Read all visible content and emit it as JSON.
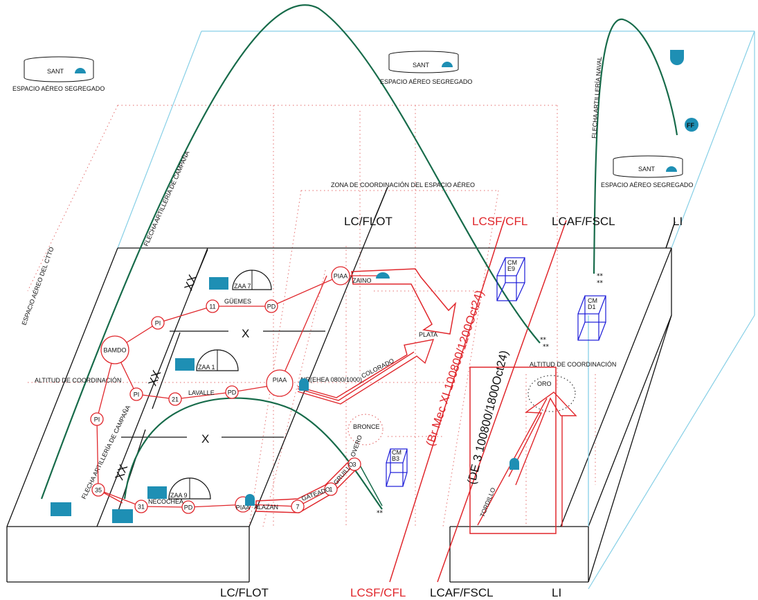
{
  "colors": {
    "red": "#e0262b",
    "green": "#176b4a",
    "cyan": "#86cfe6",
    "blue": "#1a1ad8",
    "teal": "#1e8fb4",
    "dotted_red": "#e36a6a",
    "black": "#111111"
  },
  "airspace": {
    "sant_label": "SANT",
    "segregated_label": "ESPACIO AÉREO SEGREGADO",
    "coord_zone": "ZONA DE COORDINACIÓN DEL ESPACIO AÉREO",
    "coord_altitude": "ALTITUD DE COORDINACIÓN",
    "cttto": "ESPACIO AÉREO DEL CTTO",
    "field_arty": "FLECHA ARTILLERÍA DE CAMPAÑA",
    "naval_arty": "FLECHA ARTILLERÍA NAVAL",
    "ff_icon": "FF"
  },
  "lines": {
    "lc_flot": "LC/FLOT",
    "lcsf_cfl": "LCSF/CFL",
    "lcaf_fscl": "LCAF/FSCL",
    "li": "LI",
    "lcsf_note": "(Br Mec XI 100800/1200Oct24)",
    "lcaf_note": "(DE 3 100800/1800Oct24)"
  },
  "symbols": {
    "division": "XX",
    "brigade": "X"
  },
  "zaa": {
    "zaa7": "ZAA 7",
    "zaa1": "ZAA 1",
    "zaa9": "ZAA 9"
  },
  "cm": {
    "e9": [
      "CM",
      "E9"
    ],
    "d1": [
      "CM",
      "D1"
    ],
    "b3": [
      "CM",
      "B3"
    ]
  },
  "routes": {
    "guemes": "GÜEMES",
    "lavalle": "LAVALLE",
    "necochea": "NECOCHEA",
    "zaino": "ZAINO",
    "colorado": "COLORADO",
    "alazan": "ALAZAN",
    "tordillo": "TORDILLO",
    "plata": "PLATA",
    "oro": "ORO",
    "bronce": "BRONCE",
    "air_note": "AIR(EHEA 0800/1000)",
    "gateado": "GATEADO",
    "gruillo": "GRUILLO",
    "overo": "OVERO"
  },
  "nodes": {
    "bamdo": "BAMDO",
    "piaa": "PIAA",
    "pi": "PI",
    "pd": "PD",
    "n11": "11",
    "n21": "21",
    "n31": "31",
    "n35": "35",
    "n7": "7",
    "n1": "1",
    "n3": "3"
  }
}
